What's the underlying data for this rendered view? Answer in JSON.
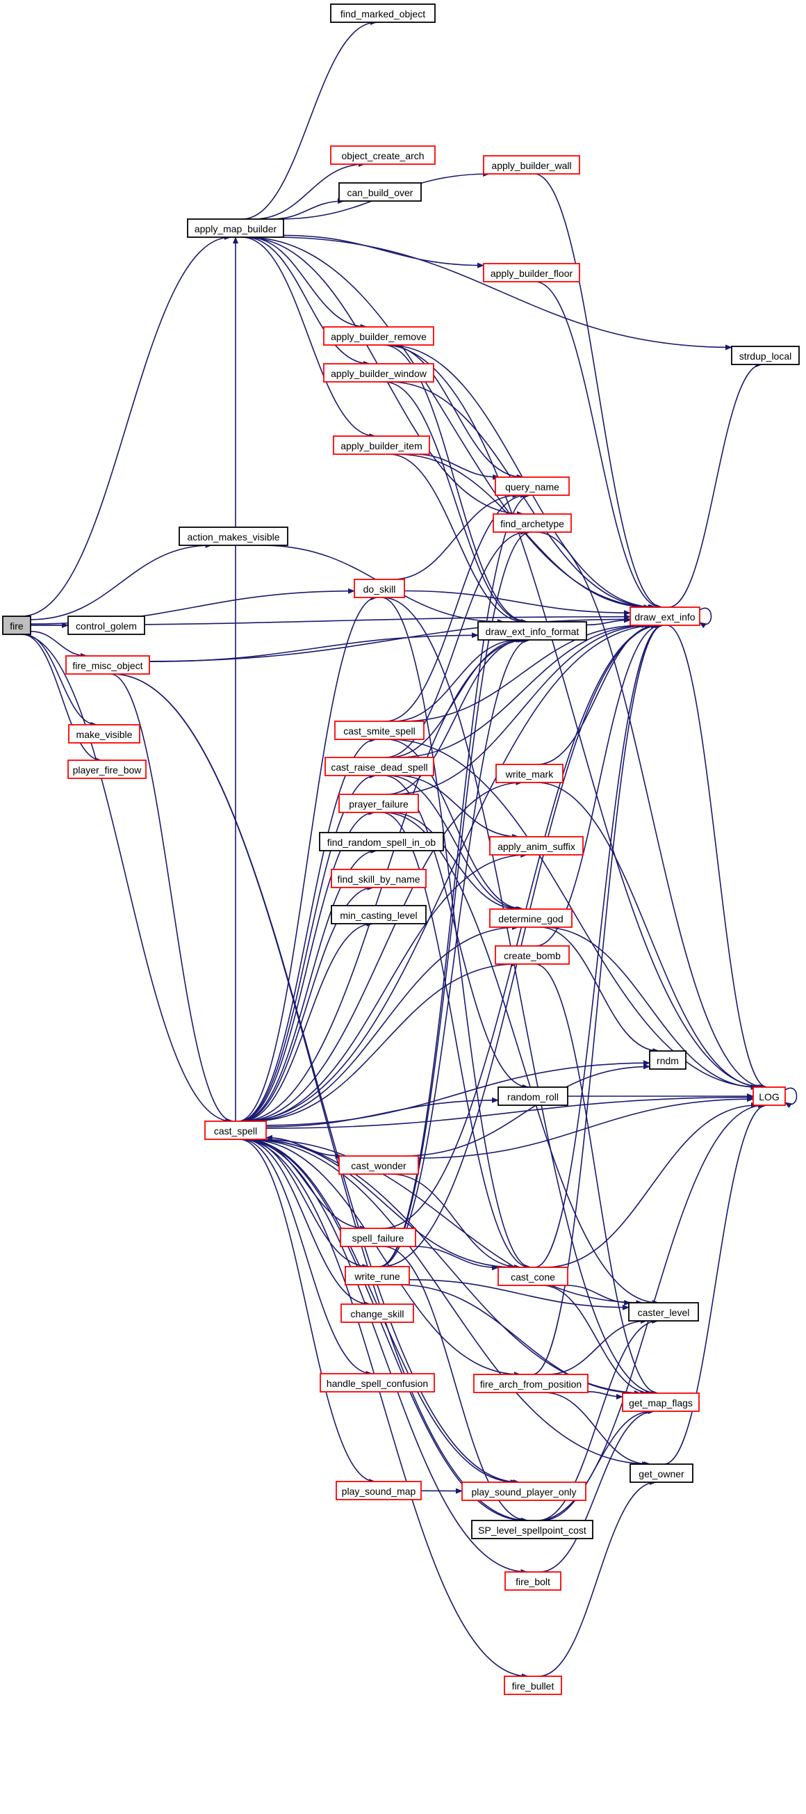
{
  "colors": {
    "edge": "#191970",
    "incomplete_border": "#ff0000",
    "complete_border": "#000000",
    "root_fill": "#bfbfbf"
  },
  "nodes": [
    {
      "id": "fire",
      "label": "fire",
      "border": "root"
    },
    {
      "id": "find_marked_object",
      "label": "find_marked_object",
      "border": "black"
    },
    {
      "id": "object_create_arch",
      "label": "object_create_arch",
      "border": "red"
    },
    {
      "id": "can_build_over",
      "label": "can_build_over",
      "border": "black"
    },
    {
      "id": "apply_map_builder",
      "label": "apply_map_builder",
      "border": "black"
    },
    {
      "id": "apply_builder_wall",
      "label": "apply_builder_wall",
      "border": "red"
    },
    {
      "id": "apply_builder_floor",
      "label": "apply_builder_floor",
      "border": "red"
    },
    {
      "id": "apply_builder_remove",
      "label": "apply_builder_remove",
      "border": "red"
    },
    {
      "id": "apply_builder_window",
      "label": "apply_builder_window",
      "border": "red"
    },
    {
      "id": "apply_builder_item",
      "label": "apply_builder_item",
      "border": "red"
    },
    {
      "id": "query_name",
      "label": "query_name",
      "border": "red"
    },
    {
      "id": "find_archetype",
      "label": "find_archetype",
      "border": "red"
    },
    {
      "id": "strdup_local",
      "label": "strdup_local",
      "border": "black"
    },
    {
      "id": "action_makes_visible",
      "label": "action_makes_visible",
      "border": "black"
    },
    {
      "id": "do_skill",
      "label": "do_skill",
      "border": "red"
    },
    {
      "id": "draw_ext_info",
      "label": "draw_ext_info",
      "border": "red"
    },
    {
      "id": "draw_ext_info_format",
      "label": "draw_ext_info_format",
      "border": "black"
    },
    {
      "id": "control_golem",
      "label": "control_golem",
      "border": "black"
    },
    {
      "id": "fire_misc_object",
      "label": "fire_misc_object",
      "border": "red"
    },
    {
      "id": "make_visible",
      "label": "make_visible",
      "border": "red"
    },
    {
      "id": "player_fire_bow",
      "label": "player_fire_bow",
      "border": "red"
    },
    {
      "id": "cast_smite_spell",
      "label": "cast_smite_spell",
      "border": "red"
    },
    {
      "id": "cast_raise_dead_spell",
      "label": "cast_raise_dead_spell",
      "border": "red"
    },
    {
      "id": "write_mark",
      "label": "write_mark",
      "border": "red"
    },
    {
      "id": "prayer_failure",
      "label": "prayer_failure",
      "border": "red"
    },
    {
      "id": "apply_anim_suffix",
      "label": "apply_anim_suffix",
      "border": "red"
    },
    {
      "id": "find_random_spell_in_ob",
      "label": "find_random_spell_in_ob",
      "border": "black"
    },
    {
      "id": "find_skill_by_name",
      "label": "find_skill_by_name",
      "border": "red"
    },
    {
      "id": "min_casting_level",
      "label": "min_casting_level",
      "border": "black"
    },
    {
      "id": "determine_god",
      "label": "determine_god",
      "border": "red"
    },
    {
      "id": "create_bomb",
      "label": "create_bomb",
      "border": "red"
    },
    {
      "id": "rndm",
      "label": "rndm",
      "border": "black"
    },
    {
      "id": "random_roll",
      "label": "random_roll",
      "border": "black"
    },
    {
      "id": "LOG",
      "label": "LOG",
      "border": "red"
    },
    {
      "id": "cast_spell",
      "label": "cast_spell",
      "border": "red"
    },
    {
      "id": "cast_wonder",
      "label": "cast_wonder",
      "border": "red"
    },
    {
      "id": "spell_failure",
      "label": "spell_failure",
      "border": "red"
    },
    {
      "id": "write_rune",
      "label": "write_rune",
      "border": "red"
    },
    {
      "id": "cast_cone",
      "label": "cast_cone",
      "border": "red"
    },
    {
      "id": "caster_level",
      "label": "caster_level",
      "border": "black"
    },
    {
      "id": "change_skill",
      "label": "change_skill",
      "border": "red"
    },
    {
      "id": "handle_spell_confusion",
      "label": "handle_spell_confusion",
      "border": "red"
    },
    {
      "id": "fire_arch_from_position",
      "label": "fire_arch_from_position",
      "border": "red"
    },
    {
      "id": "get_map_flags",
      "label": "get_map_flags",
      "border": "red"
    },
    {
      "id": "get_owner",
      "label": "get_owner",
      "border": "black"
    },
    {
      "id": "play_sound_map",
      "label": "play_sound_map",
      "border": "red"
    },
    {
      "id": "play_sound_player_only",
      "label": "play_sound_player_only",
      "border": "red"
    },
    {
      "id": "SP_level_spellpoint_cost",
      "label": "SP_level_spellpoint_cost",
      "border": "black"
    },
    {
      "id": "fire_bolt",
      "label": "fire_bolt",
      "border": "red"
    },
    {
      "id": "fire_bullet",
      "label": "fire_bullet",
      "border": "red"
    }
  ],
  "edges": [
    [
      "fire",
      "apply_map_builder"
    ],
    [
      "fire",
      "action_makes_visible"
    ],
    [
      "fire",
      "do_skill"
    ],
    [
      "fire",
      "draw_ext_info"
    ],
    [
      "fire",
      "control_golem"
    ],
    [
      "fire",
      "fire_misc_object"
    ],
    [
      "fire",
      "make_visible"
    ],
    [
      "fire",
      "player_fire_bow"
    ],
    [
      "fire",
      "cast_spell"
    ],
    [
      "apply_map_builder",
      "find_marked_object"
    ],
    [
      "apply_map_builder",
      "object_create_arch"
    ],
    [
      "apply_map_builder",
      "can_build_over"
    ],
    [
      "apply_map_builder",
      "apply_builder_wall"
    ],
    [
      "apply_map_builder",
      "apply_builder_floor"
    ],
    [
      "apply_map_builder",
      "apply_builder_remove"
    ],
    [
      "apply_map_builder",
      "apply_builder_window"
    ],
    [
      "apply_map_builder",
      "apply_builder_item"
    ],
    [
      "apply_map_builder",
      "find_archetype"
    ],
    [
      "apply_map_builder",
      "strdup_local"
    ],
    [
      "apply_map_builder",
      "draw_ext_info"
    ],
    [
      "apply_builder_wall",
      "draw_ext_info"
    ],
    [
      "apply_builder_floor",
      "draw_ext_info"
    ],
    [
      "apply_builder_remove",
      "query_name"
    ],
    [
      "apply_builder_remove",
      "draw_ext_info"
    ],
    [
      "apply_builder_remove",
      "LOG"
    ],
    [
      "apply_builder_remove",
      "draw_ext_info_format"
    ],
    [
      "apply_builder_window",
      "draw_ext_info"
    ],
    [
      "apply_builder_window",
      "draw_ext_info_format"
    ],
    [
      "apply_builder_item",
      "query_name"
    ],
    [
      "apply_builder_item",
      "draw_ext_info"
    ],
    [
      "apply_builder_item",
      "draw_ext_info_format"
    ],
    [
      "find_archetype",
      "LOG"
    ],
    [
      "action_makes_visible",
      "draw_ext_info_format"
    ],
    [
      "do_skill",
      "draw_ext_info"
    ],
    [
      "do_skill",
      "query_name"
    ],
    [
      "do_skill",
      "cast_cone"
    ],
    [
      "do_skill",
      "get_map_flags"
    ],
    [
      "draw_ext_info_format",
      "draw_ext_info"
    ],
    [
      "draw_ext_info",
      "draw_ext_info"
    ],
    [
      "draw_ext_info",
      "LOG"
    ],
    [
      "draw_ext_info",
      "strdup_local"
    ],
    [
      "fire_misc_object",
      "draw_ext_info"
    ],
    [
      "fire_misc_object",
      "draw_ext_info_format"
    ],
    [
      "fire_misc_object",
      "cast_spell"
    ],
    [
      "fire_misc_object",
      "SP_level_spellpoint_cost"
    ],
    [
      "fire_misc_object",
      "play_sound_player_only"
    ],
    [
      "cast_smite_spell",
      "query_name"
    ],
    [
      "cast_smite_spell",
      "determine_god"
    ],
    [
      "cast_smite_spell",
      "draw_ext_info"
    ],
    [
      "cast_smite_spell",
      "draw_ext_info_format"
    ],
    [
      "cast_smite_spell",
      "LOG"
    ],
    [
      "cast_raise_dead_spell",
      "find_archetype"
    ],
    [
      "cast_raise_dead_spell",
      "draw_ext_info"
    ],
    [
      "cast_raise_dead_spell",
      "draw_ext_info_format"
    ],
    [
      "cast_raise_dead_spell",
      "determine_god"
    ],
    [
      "cast_raise_dead_spell",
      "random_roll"
    ],
    [
      "cast_raise_dead_spell",
      "apply_anim_suffix"
    ],
    [
      "write_mark",
      "draw_ext_info"
    ],
    [
      "write_mark",
      "LOG"
    ],
    [
      "prayer_failure",
      "draw_ext_info"
    ],
    [
      "prayer_failure",
      "draw_ext_info_format"
    ],
    [
      "prayer_failure",
      "determine_god"
    ],
    [
      "prayer_failure",
      "cast_cone"
    ],
    [
      "prayer_failure",
      "caster_level"
    ],
    [
      "determine_god",
      "rndm"
    ],
    [
      "determine_god",
      "LOG"
    ],
    [
      "create_bomb",
      "draw_ext_info"
    ],
    [
      "create_bomb",
      "get_map_flags"
    ],
    [
      "random_roll",
      "LOG"
    ],
    [
      "LOG",
      "LOG"
    ],
    [
      "cast_spell",
      "apply_map_builder"
    ],
    [
      "cast_spell",
      "do_skill"
    ],
    [
      "cast_spell",
      "draw_ext_info"
    ],
    [
      "cast_spell",
      "draw_ext_info_format"
    ],
    [
      "cast_spell",
      "cast_smite_spell"
    ],
    [
      "cast_spell",
      "cast_raise_dead_spell"
    ],
    [
      "cast_spell",
      "write_mark"
    ],
    [
      "cast_spell",
      "prayer_failure"
    ],
    [
      "cast_spell",
      "apply_anim_suffix"
    ],
    [
      "cast_spell",
      "find_random_spell_in_ob"
    ],
    [
      "cast_spell",
      "find_skill_by_name"
    ],
    [
      "cast_spell",
      "min_casting_level"
    ],
    [
      "cast_spell",
      "determine_god"
    ],
    [
      "cast_spell",
      "create_bomb"
    ],
    [
      "cast_spell",
      "rndm"
    ],
    [
      "cast_spell",
      "random_roll"
    ],
    [
      "cast_spell",
      "LOG"
    ],
    [
      "cast_spell",
      "cast_wonder"
    ],
    [
      "cast_spell",
      "spell_failure"
    ],
    [
      "cast_spell",
      "write_rune"
    ],
    [
      "cast_spell",
      "cast_cone"
    ],
    [
      "cast_spell",
      "caster_level"
    ],
    [
      "cast_spell",
      "change_skill"
    ],
    [
      "cast_spell",
      "handle_spell_confusion"
    ],
    [
      "cast_spell",
      "fire_arch_from_position"
    ],
    [
      "cast_spell",
      "get_map_flags"
    ],
    [
      "cast_spell",
      "play_sound_map"
    ],
    [
      "cast_spell",
      "play_sound_player_only"
    ],
    [
      "cast_spell",
      "SP_level_spellpoint_cost"
    ],
    [
      "cast_spell",
      "fire_bolt"
    ],
    [
      "cast_spell",
      "fire_bullet"
    ],
    [
      "cast_spell",
      "get_owner"
    ],
    [
      "cast_wonder",
      "cast_spell"
    ],
    [
      "cast_wonder",
      "rndm"
    ],
    [
      "cast_wonder",
      "LOG"
    ],
    [
      "cast_wonder",
      "cast_cone"
    ],
    [
      "spell_failure",
      "draw_ext_info"
    ],
    [
      "spell_failure",
      "cast_cone"
    ],
    [
      "spell_failure",
      "SP_level_spellpoint_cost"
    ],
    [
      "write_rune",
      "draw_ext_info"
    ],
    [
      "write_rune",
      "draw_ext_info_format"
    ],
    [
      "write_rune",
      "query_name"
    ],
    [
      "write_rune",
      "find_archetype"
    ],
    [
      "write_rune",
      "caster_level"
    ],
    [
      "write_rune",
      "get_map_flags"
    ],
    [
      "cast_cone",
      "draw_ext_info"
    ],
    [
      "cast_cone",
      "caster_level"
    ],
    [
      "cast_cone",
      "get_map_flags"
    ],
    [
      "cast_cone",
      "LOG"
    ],
    [
      "fire_arch_from_position",
      "draw_ext_info"
    ],
    [
      "fire_arch_from_position",
      "caster_level"
    ],
    [
      "fire_arch_from_position",
      "get_map_flags"
    ],
    [
      "fire_arch_from_position",
      "get_owner"
    ],
    [
      "get_owner",
      "LOG"
    ],
    [
      "play_sound_map",
      "play_sound_player_only"
    ],
    [
      "SP_level_spellpoint_cost",
      "caster_level"
    ],
    [
      "SP_level_spellpoint_cost",
      "get_map_flags"
    ],
    [
      "SP_level_spellpoint_cost",
      "LOG"
    ],
    [
      "fire_bolt",
      "get_map_flags"
    ],
    [
      "fire_bullet",
      "get_owner"
    ]
  ]
}
